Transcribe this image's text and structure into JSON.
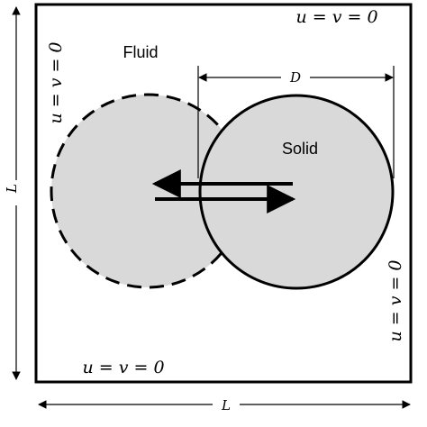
{
  "labels": {
    "fluid": "Fluid",
    "solid": "Solid",
    "diameter": "D",
    "length_vertical": "L",
    "length_horizontal": "L",
    "bc_top": "u = v = 0",
    "bc_left": "u = v = 0",
    "bc_right": "u = v = 0",
    "bc_bottom": "u = v = 0"
  },
  "colors": {
    "solid_fill": "#d9d9d9",
    "stroke": "#000000",
    "background": "#ffffff"
  }
}
